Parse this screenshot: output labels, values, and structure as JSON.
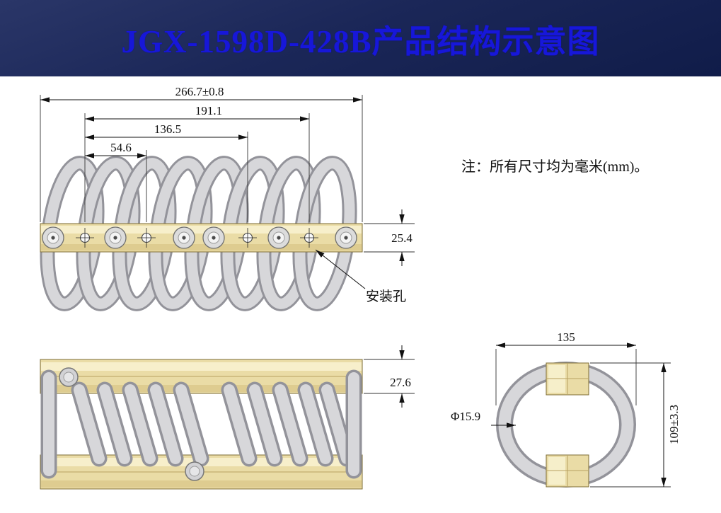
{
  "header": {
    "title": "JGX-1598D-428B产品结构示意图"
  },
  "note": "注：所有尺寸均为毫米(mm)。",
  "front_view": {
    "dim_overall": "266.7±0.8",
    "dim_span_191": "191.1",
    "dim_span_136": "136.5",
    "dim_span_54": "54.6",
    "dim_bar_height": "25.4",
    "mount_hole_label": "安装孔"
  },
  "top_view": {
    "dim_bar_thickness": "27.6"
  },
  "side_view": {
    "dim_width": "135",
    "dim_height": "109±3.3",
    "dim_wire_diameter": "Φ15.9"
  },
  "colors": {
    "header_bg": "#1b2758",
    "title_text": "#1717d9",
    "metal_bar": "#eadca6",
    "bar_highlight": "#f7efcb",
    "wire_outline": "#93939a",
    "wire_fill": "#d7d7da",
    "dim_line": "#111111"
  }
}
